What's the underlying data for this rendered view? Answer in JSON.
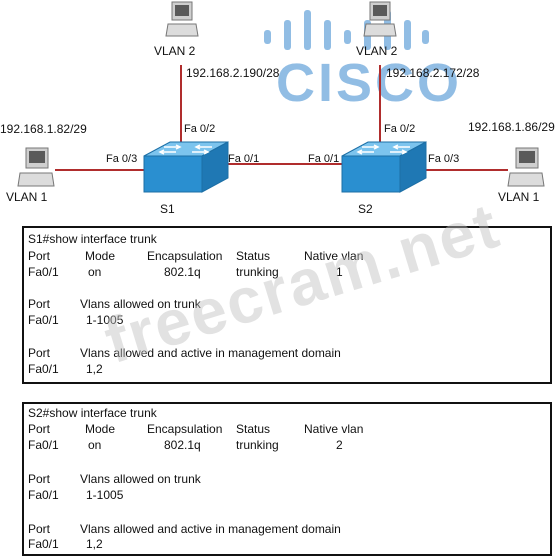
{
  "branding": {
    "logo_text": "CISCO",
    "watermark": "freecram.net"
  },
  "topology": {
    "pc_top_left": {
      "label": "VLAN 2",
      "ip": "192.168.2.190/28"
    },
    "pc_top_right": {
      "label": "VLAN 2",
      "ip": "192.168.2.172/28"
    },
    "pc_left": {
      "label": "VLAN 1",
      "ip": "192.168.1.82/29"
    },
    "pc_right": {
      "label": "VLAN 1",
      "ip": "192.168.1.86/29"
    },
    "s1": {
      "name": "S1",
      "port_up": "Fa 0/2",
      "port_left": "Fa 0/3",
      "port_right": "Fa 0/1"
    },
    "s2": {
      "name": "S2",
      "port_up": "Fa 0/2",
      "port_left": "Fa 0/1",
      "port_right": "Fa 0/3"
    }
  },
  "outputs": [
    {
      "command": "S1#show interface trunk",
      "header": [
        "Port",
        "Mode",
        "Encapsulation",
        "Status",
        "Native vlan"
      ],
      "row": [
        "Fa0/1",
        "on",
        "802.1q",
        "trunking",
        "1"
      ],
      "allowed_header": [
        "Port",
        "Vlans allowed on trunk"
      ],
      "allowed_row": [
        "Fa0/1",
        "1-1005"
      ],
      "active_header": [
        "Port",
        "Vlans allowed and active in management domain"
      ],
      "active_row": [
        "Fa0/1",
        "1,2"
      ]
    },
    {
      "command": "S2#show interface trunk",
      "header": [
        "Port",
        "Mode",
        "Encapsulation",
        "Status",
        "Native vlan"
      ],
      "row": [
        "Fa0/1",
        "on",
        "802.1q",
        "trunking",
        "2"
      ],
      "allowed_header": [
        "Port",
        "Vlans allowed on trunk"
      ],
      "allowed_row": [
        "Fa0/1",
        "1-1005"
      ],
      "active_header": [
        "Port",
        "Vlans allowed and active in management domain"
      ],
      "active_row": [
        "Fa0/1",
        "1,2"
      ]
    }
  ],
  "colors": {
    "link": "#b02d2d",
    "switch": "#2a8fd0",
    "logo": "#3787cd"
  }
}
